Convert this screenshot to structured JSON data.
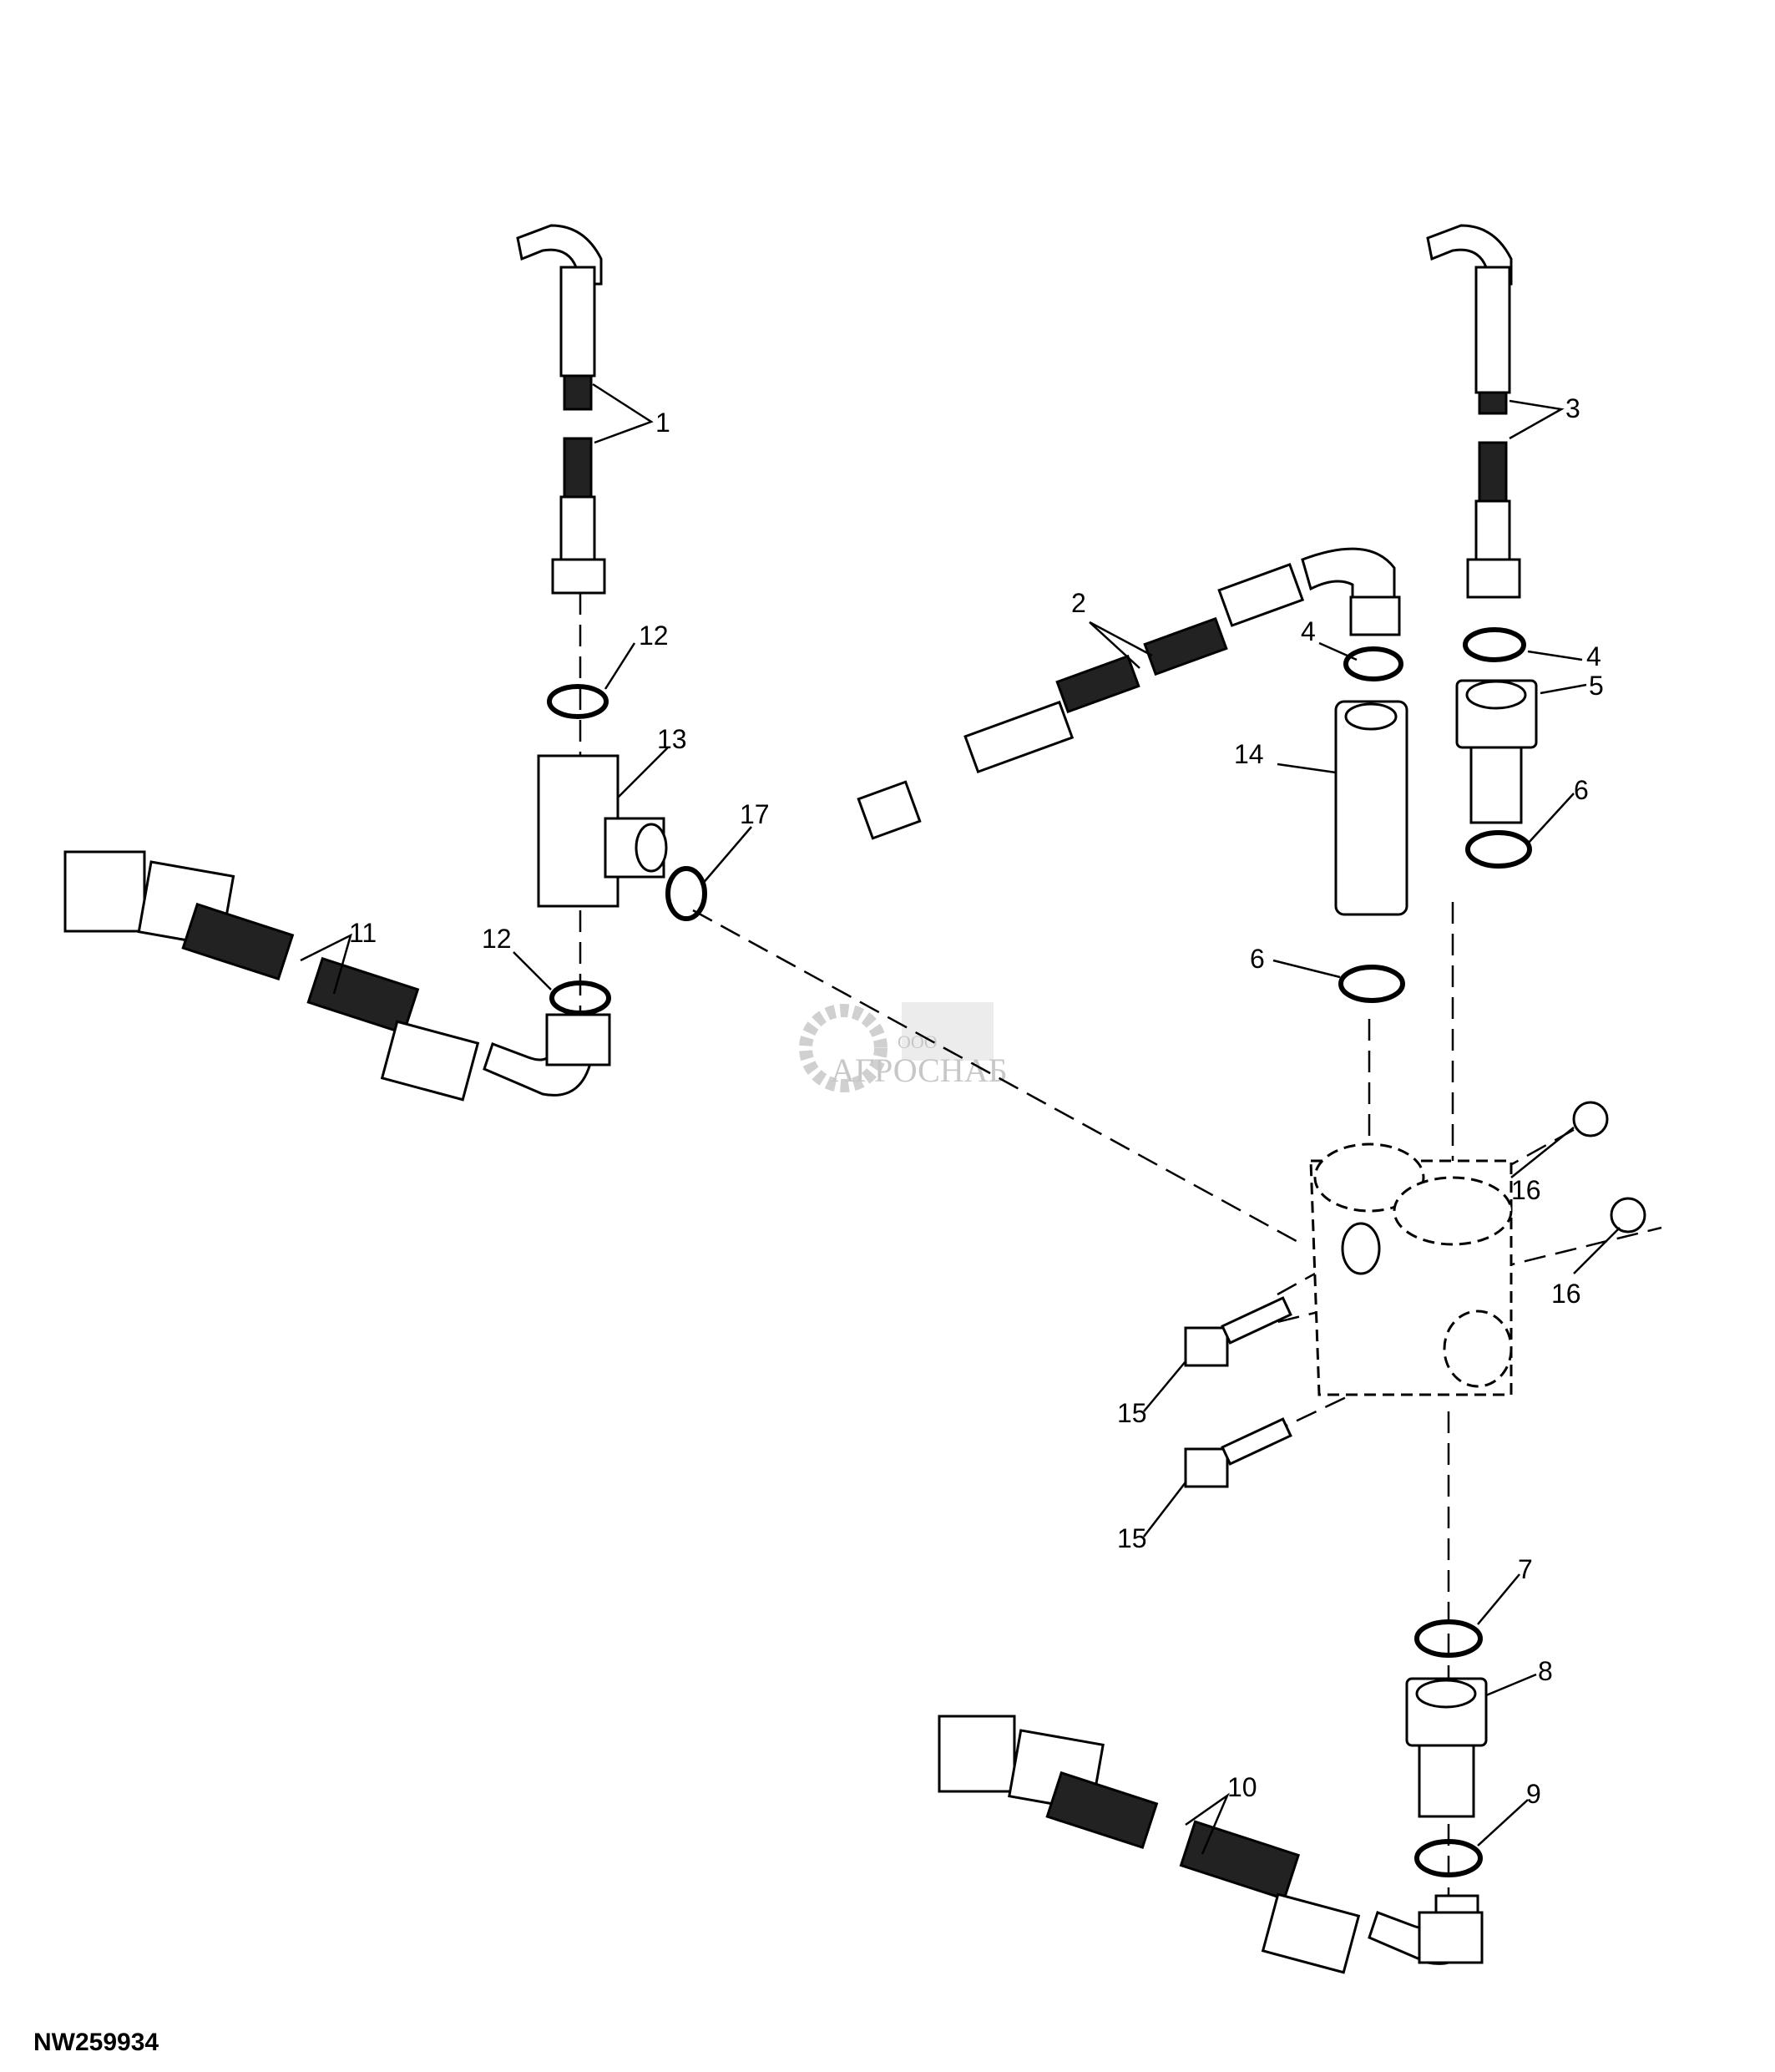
{
  "figure_id": "NW259934",
  "watermark": {
    "prefix": "ООО",
    "name": "АГРОСНАБ"
  },
  "callouts": [
    "1",
    "2",
    "3",
    "4",
    "4",
    "5",
    "6",
    "6",
    "7",
    "8",
    "9",
    "10",
    "11",
    "12",
    "12",
    "13",
    "14",
    "15",
    "15",
    "16",
    "16",
    "17"
  ]
}
